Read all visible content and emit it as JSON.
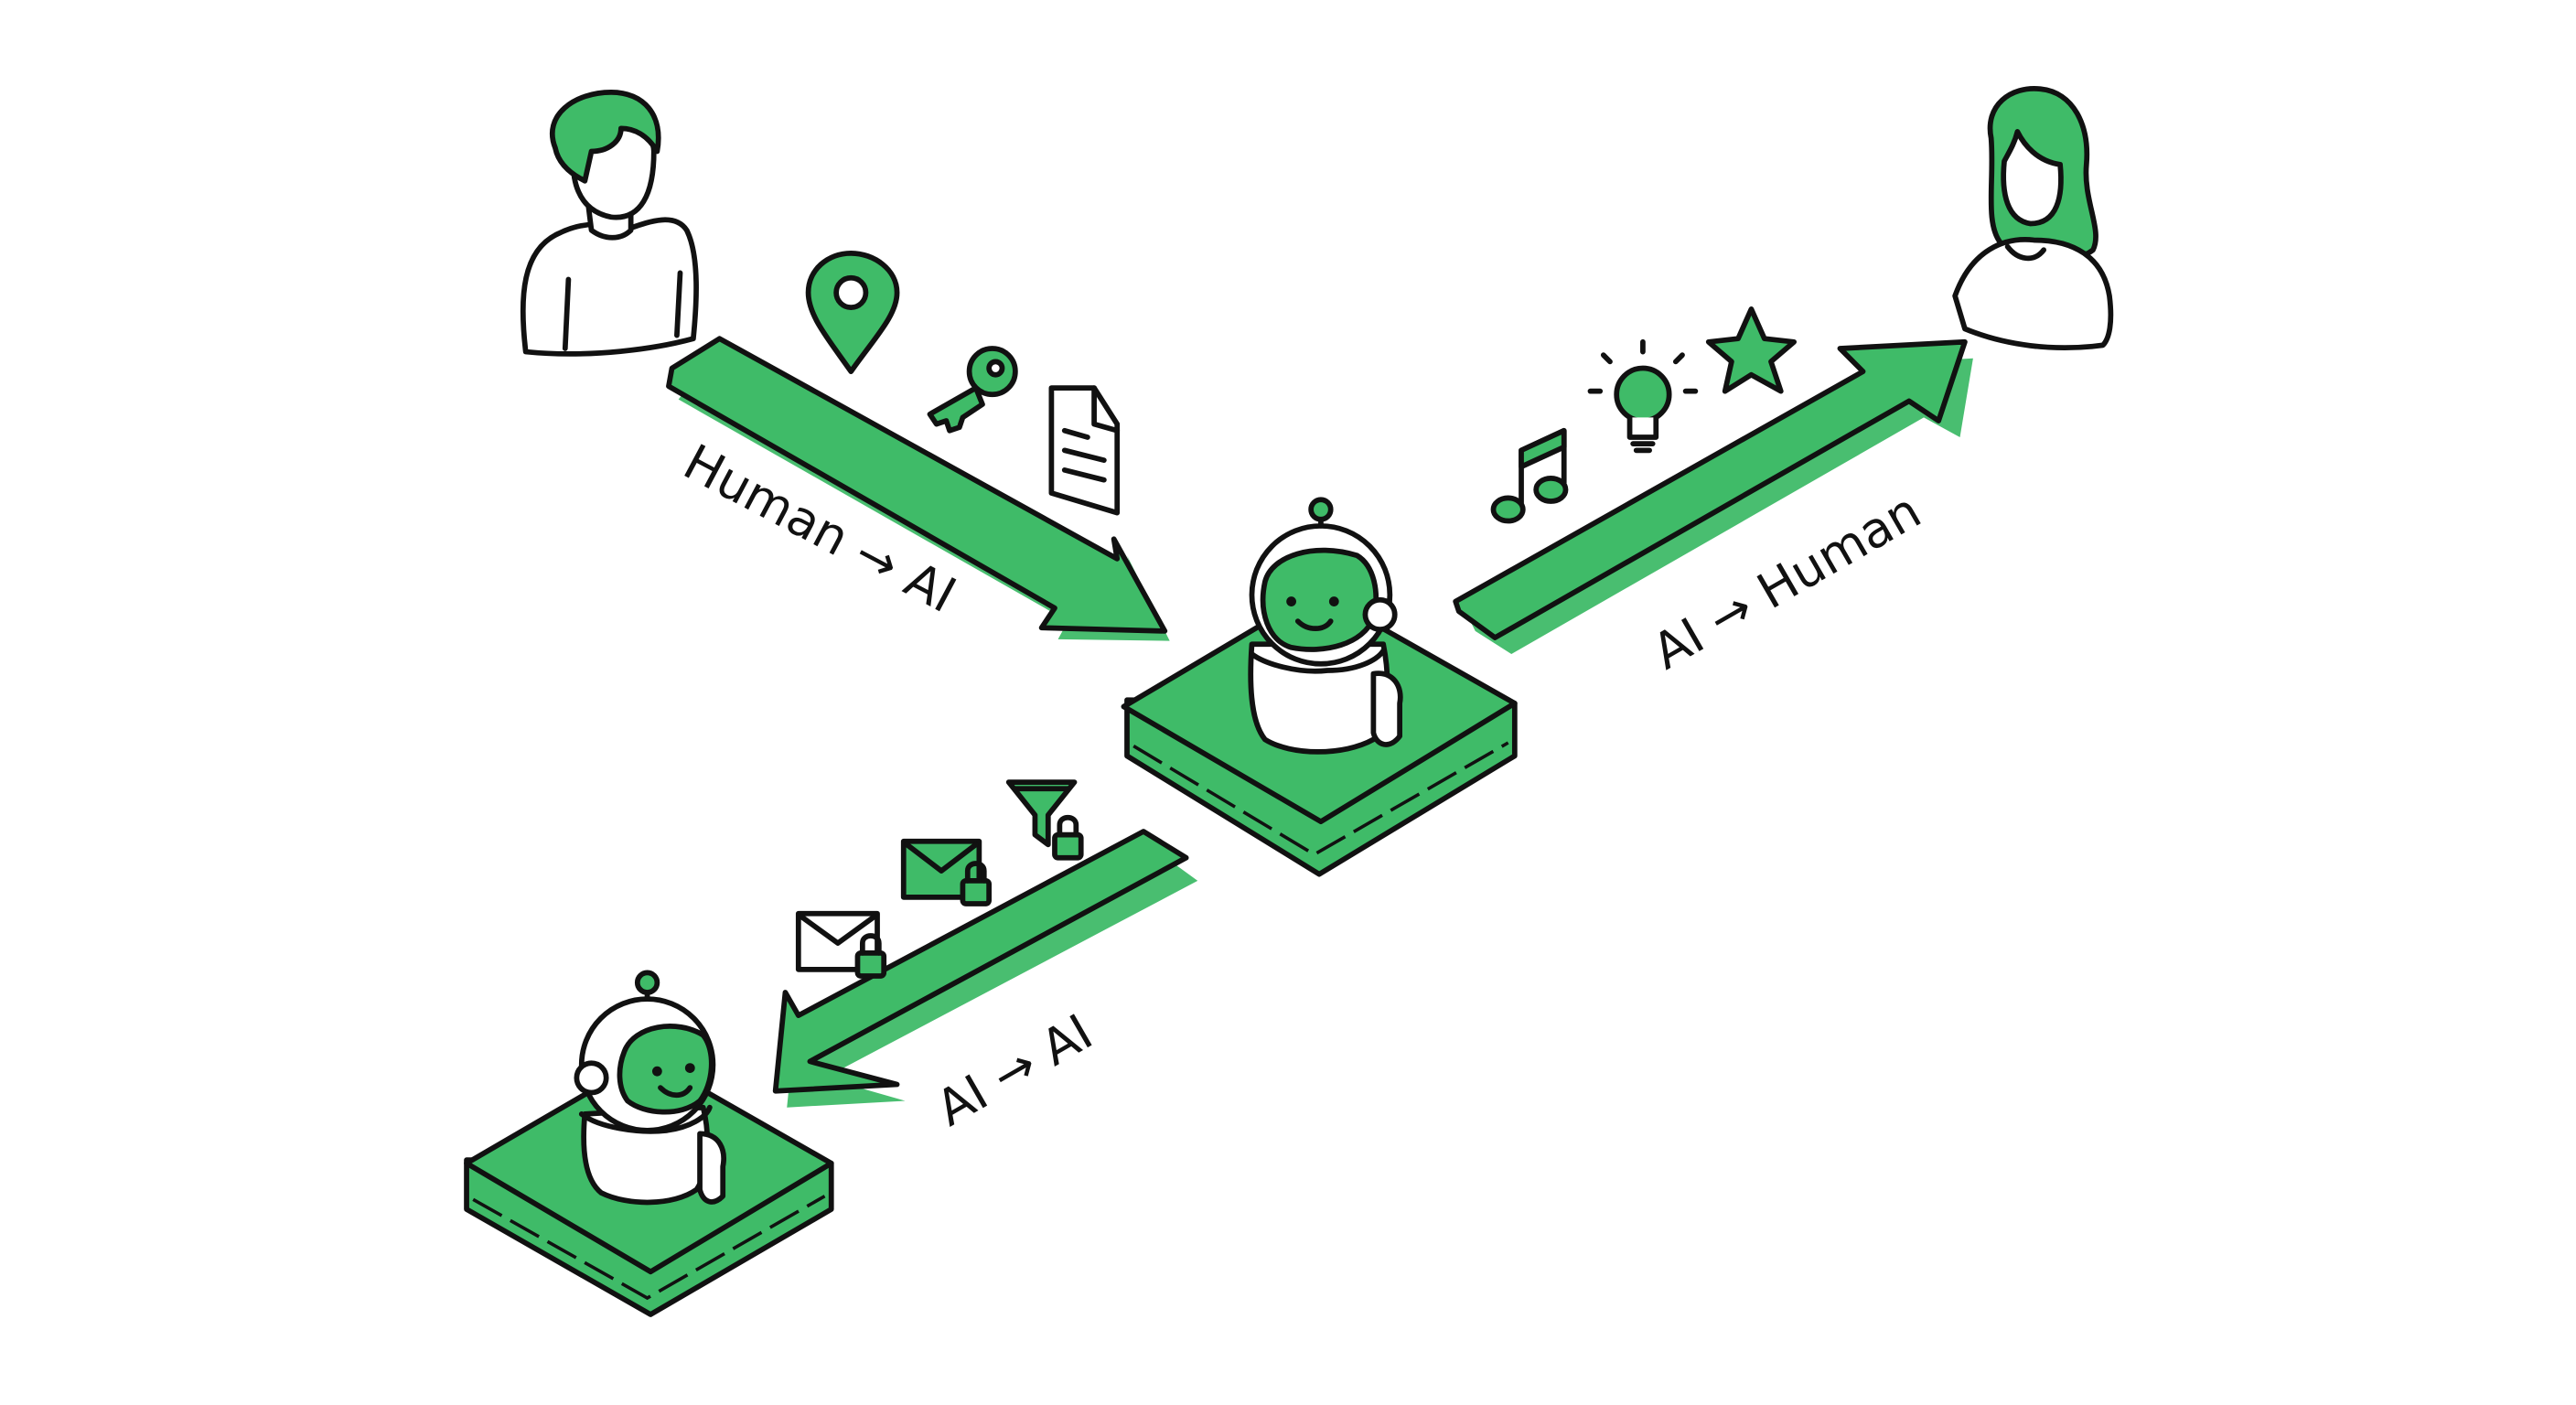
{
  "colors": {
    "accent": "#3fbb68",
    "ink": "#111111",
    "fill_light": "#ffffff",
    "background": "#ffffff"
  },
  "flows": [
    {
      "id": "human-to-ai",
      "label": "Human → AI",
      "icons": [
        "location-pin-icon",
        "key-icon",
        "document-icon"
      ]
    },
    {
      "id": "ai-to-human",
      "label": "AI → Human",
      "icons": [
        "music-note-icon",
        "lightbulb-icon",
        "star-icon"
      ]
    },
    {
      "id": "ai-to-ai",
      "label": "AI → AI",
      "icons": [
        "locked-envelope-icon",
        "locked-envelope-icon",
        "locked-filter-icon"
      ]
    }
  ],
  "actors": [
    "person-man",
    "person-woman",
    "robot-main",
    "robot-secondary"
  ]
}
